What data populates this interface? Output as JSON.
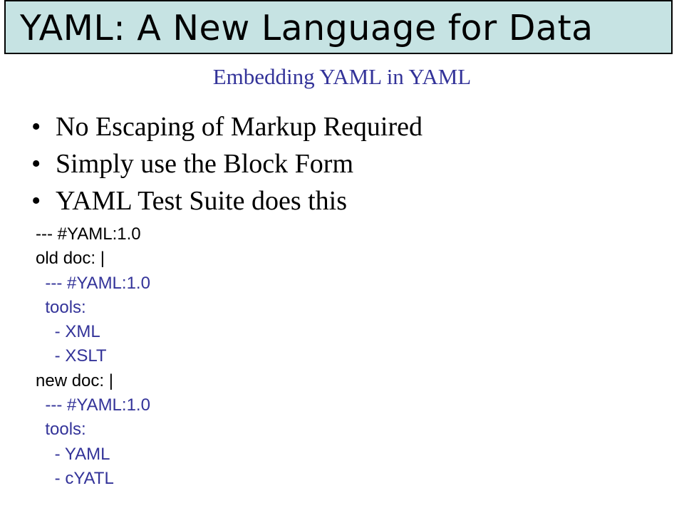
{
  "slide": {
    "title": "YAML: A New Language for Data",
    "subtitle": "Embedding YAML in YAML",
    "bullet_glyph": "•",
    "bullets": [
      "No Escaping of Markup Required",
      "Simply use the Block Form",
      "YAML Test Suite does this"
    ],
    "code_lines": [
      "--- #YAML:1.0",
      "old doc: |",
      "  --- #YAML:1.0",
      "  tools:",
      "    - XML",
      "    - XSLT",
      "new doc: |",
      "  --- #YAML:1.0",
      "  tools:",
      "    - YAML",
      "    - cYATL"
    ]
  },
  "colors": {
    "title_bar_bg": "#c6e3e3",
    "subtitle": "#333399",
    "embedded_code": "#333399",
    "outer_code": "#000000"
  }
}
